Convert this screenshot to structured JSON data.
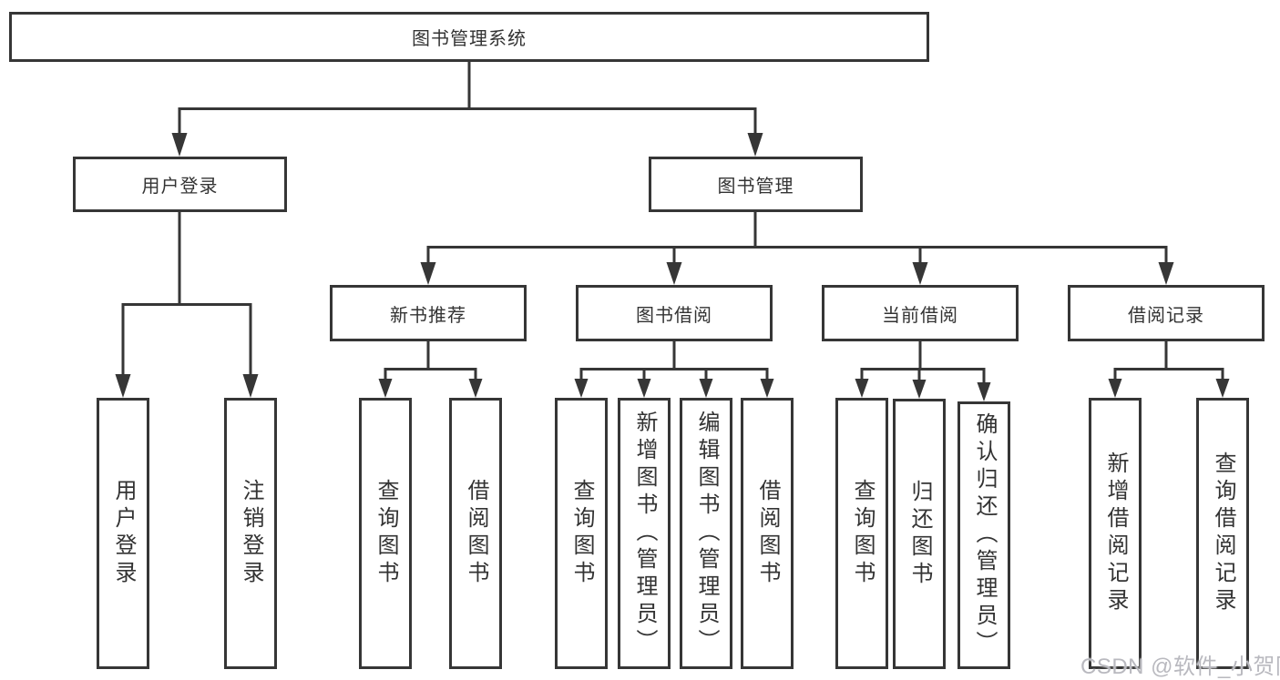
{
  "watermark": {
    "text": "CSDN @软件_小贺同学"
  },
  "colors": {
    "line": "#363636",
    "text": "#333333",
    "background": "#ffffff",
    "watermark": "#b9b9bf"
  },
  "tree": {
    "root": {
      "label": "图书管理系统"
    },
    "user_login": {
      "label": "用户登录",
      "children": [
        {
          "label": "用户登录"
        },
        {
          "label": "注销登录"
        }
      ]
    },
    "book_mgmt": {
      "label": "图书管理",
      "groups": [
        {
          "label": "新书推荐",
          "children": [
            {
              "label": "查询图书"
            },
            {
              "label": "借阅图书"
            }
          ]
        },
        {
          "label": "图书借阅",
          "children": [
            {
              "label": "查询图书"
            },
            {
              "label": "新增图书（管理员）"
            },
            {
              "label": "编辑图书（管理员）"
            },
            {
              "label": "借阅图书"
            }
          ]
        },
        {
          "label": "当前借阅",
          "children": [
            {
              "label": "查询图书"
            },
            {
              "label": "归还图书"
            },
            {
              "label": "确认归还（管理员）"
            }
          ]
        },
        {
          "label": "借阅记录",
          "children": [
            {
              "label": "新增借阅记录"
            },
            {
              "label": "查询借阅记录"
            }
          ]
        }
      ]
    }
  }
}
